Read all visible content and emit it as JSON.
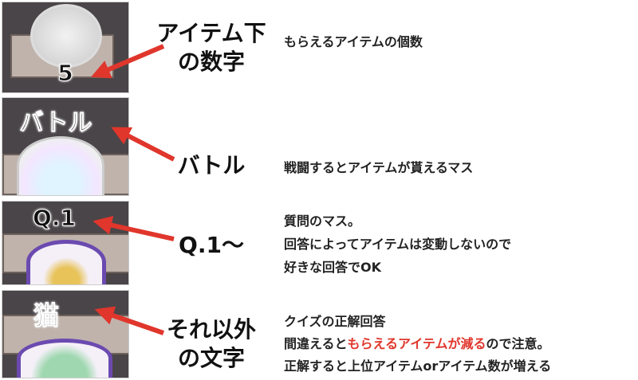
{
  "rows": [
    {
      "panel_text": "5",
      "label_lines": [
        "アイテム下",
        "の数字"
      ],
      "desc_lines": [
        "もらえるアイテムの個数"
      ]
    },
    {
      "panel_text": "バトル",
      "label_lines": [
        "バトル"
      ],
      "desc_lines": [
        "戦闘するとアイテムが貰えるマス"
      ]
    },
    {
      "panel_text": "Q.1",
      "label_lines": [
        "Q.1〜"
      ],
      "desc_lines": [
        "質問のマス。",
        "回答によってアイテムは変動しないので",
        "好きな回答でOK"
      ]
    },
    {
      "panel_text": "猫",
      "label_lines": [
        "それ以外",
        "の文字"
      ],
      "desc_lines": [
        "クイズの正解回答"
      ],
      "desc_line2": {
        "before": "間違えると",
        "highlight": "もらえるアイテムが減る",
        "after": "ので注意。"
      },
      "desc_line3": "正解すると上位アイテムorアイテム数が増える"
    }
  ],
  "colors": {
    "arrow": "#e0362c",
    "highlight": "#e0362c"
  }
}
